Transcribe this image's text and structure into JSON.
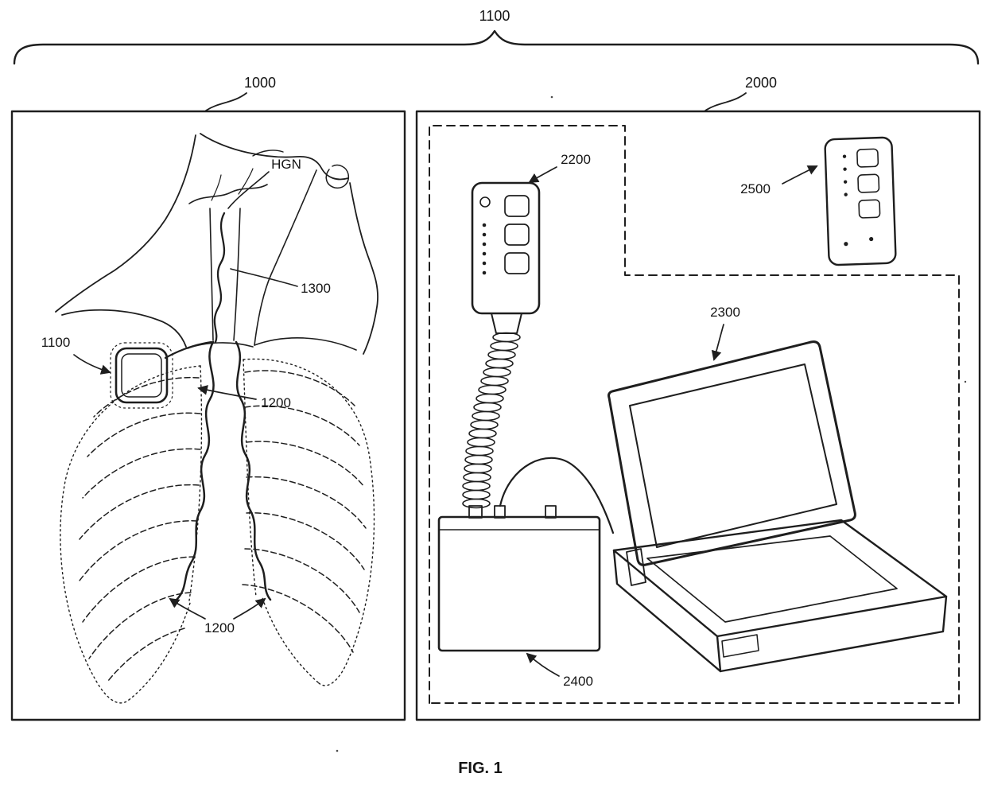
{
  "colors": {
    "ink": "#1e1e1e",
    "paper": "#ffffff"
  },
  "caption": "FIG. 1",
  "labels": {
    "system": "1100",
    "patient_section": "1000",
    "external_section": "2000",
    "hgn": "HGN",
    "lead_1300": "1300",
    "implant_1100": "1100",
    "lead_1200_upper": "1200",
    "lead_1200_lower": "1200",
    "remote_2200": "2200",
    "laptop_2300": "2300",
    "interface_2400": "2400",
    "patient_remote_2500": "2500"
  }
}
